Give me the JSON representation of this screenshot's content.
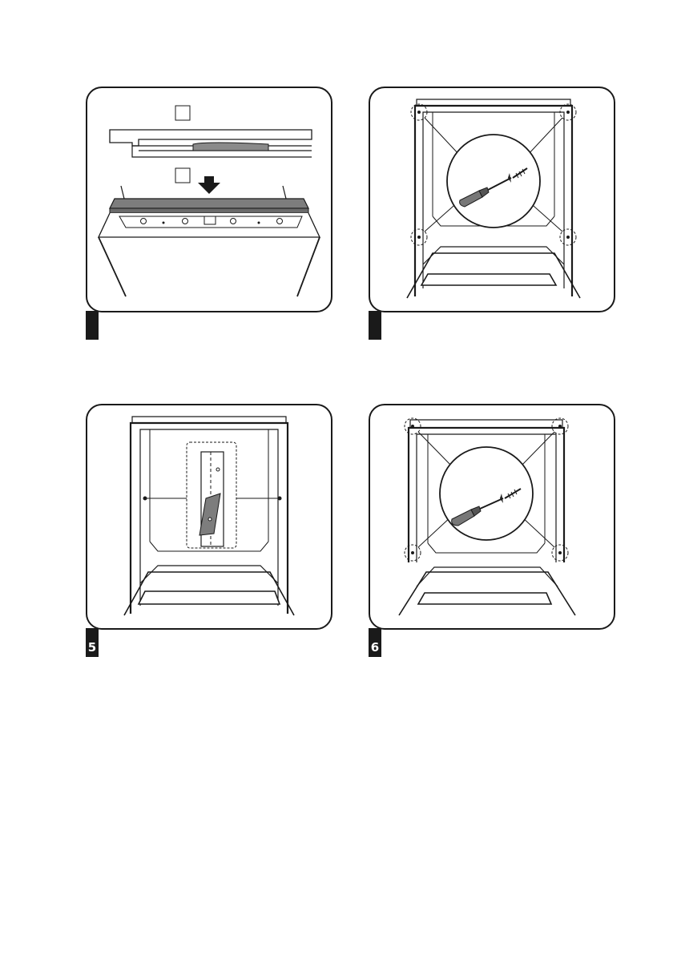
{
  "steps": [
    {
      "number": ""
    },
    {
      "number": ""
    },
    {
      "number": "5"
    },
    {
      "number": "6"
    }
  ],
  "icons": {
    "panel1": [
      "edge-strip",
      "down-arrow-icon"
    ],
    "panel2": [
      "screwdriver-icon",
      "screw-icon"
    ],
    "panel3": [
      "adhesive-strip"
    ],
    "panel4": [
      "screwdriver-icon",
      "screw-icon"
    ]
  },
  "colors": {
    "line": "#1a1a1a",
    "strip": "#7d7d7d",
    "tab": "#1a1a1a"
  }
}
